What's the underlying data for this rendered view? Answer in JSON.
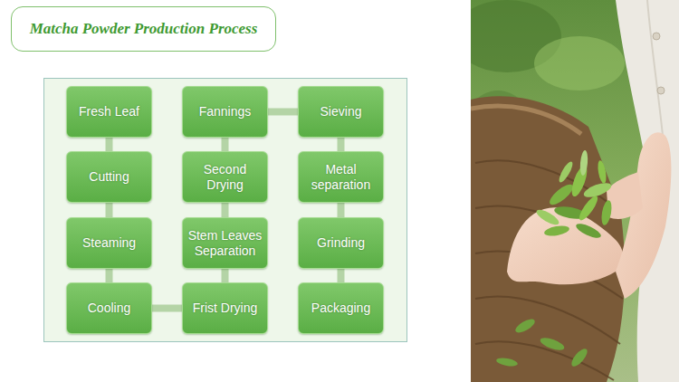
{
  "diagram": {
    "title": "Matcha Powder Production Process",
    "nodes": [
      {
        "text": [
          "Fresh Leaf"
        ]
      },
      {
        "text": [
          "Cutting"
        ]
      },
      {
        "text": [
          "Steaming"
        ]
      },
      {
        "text": [
          "Cooling"
        ]
      },
      {
        "text": [
          "Frist Drying"
        ]
      },
      {
        "text": [
          "Stem Leaves Separation"
        ]
      },
      {
        "text": [
          "Second Drying"
        ]
      },
      {
        "text": [
          "Fannings"
        ]
      },
      {
        "text": [
          "Sieving"
        ]
      },
      {
        "text": [
          "Metal separation"
        ]
      },
      {
        "text": [
          "Grinding"
        ]
      },
      {
        "text": [
          "Packaging"
        ]
      }
    ],
    "edges": [
      {
        "from": 0,
        "to": 1,
        "arrow": "none"
      },
      {
        "from": 1,
        "to": 2,
        "arrow": "none"
      },
      {
        "from": 2,
        "to": 3,
        "arrow": "none"
      },
      {
        "from": 3,
        "to": 4,
        "arrow": "none"
      },
      {
        "from": 4,
        "to": 5,
        "arrow": "none"
      },
      {
        "from": 5,
        "to": 6,
        "arrow": "none"
      },
      {
        "from": 6,
        "to": 7,
        "arrow": "none"
      },
      {
        "from": 7,
        "to": 8,
        "arrow": "none"
      },
      {
        "from": 8,
        "to": 9,
        "arrow": "none"
      },
      {
        "from": 9,
        "to": 10,
        "arrow": "none"
      },
      {
        "from": 10,
        "to": 11,
        "arrow": "none"
      }
    ]
  }
}
